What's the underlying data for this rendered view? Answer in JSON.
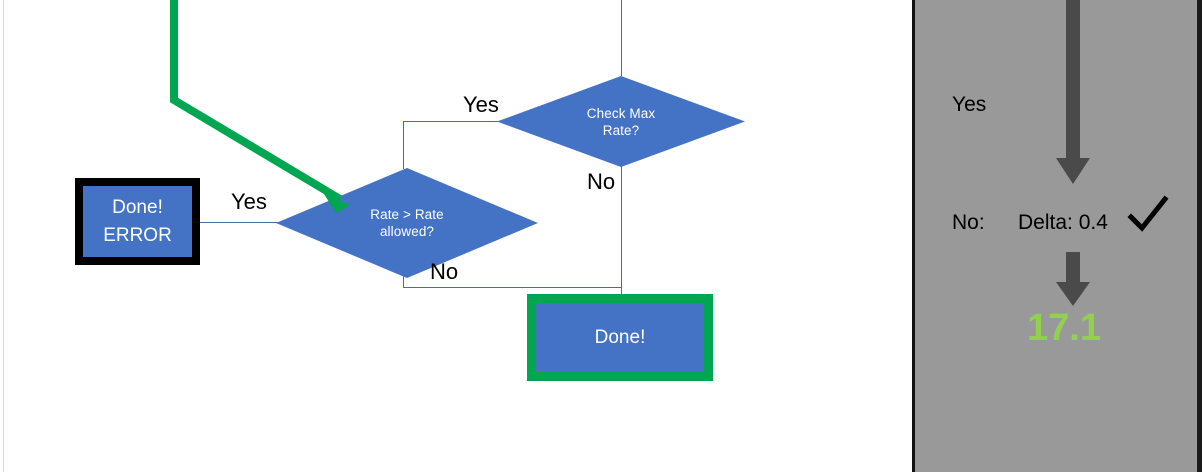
{
  "flowchart": {
    "nodes": [
      {
        "id": "check-max-rate",
        "type": "decision",
        "label": "Check Max\nRate?",
        "fill": "#4472c4",
        "text_color": "#ffffff"
      },
      {
        "id": "rate-gt-rate-allowed",
        "type": "decision",
        "label": "Rate > Rate\nallowed?",
        "fill": "#4472c4",
        "text_color": "#ffffff"
      },
      {
        "id": "done-error",
        "type": "process",
        "label": "Done!\nERROR",
        "fill": "#4472c4",
        "border_color": "#000000",
        "text_color": "#ffffff"
      },
      {
        "id": "done",
        "type": "process",
        "label": "Done!",
        "fill": "#4472c4",
        "border_color": "#00a650",
        "text_color": "#ffffff"
      }
    ],
    "edge_labels": {
      "check_max_rate_yes": "Yes",
      "check_max_rate_no": "No",
      "rate_gt_yes": "Yes",
      "rate_gt_no": "No"
    },
    "highlight_path_color": "#00a650",
    "connector_color": "#41719c"
  },
  "panel": {
    "background": "#999999",
    "yes_label": "Yes",
    "no_label": "No:",
    "delta_label": "Delta: 0.4",
    "check_mark": "✓",
    "result_value": "17.1",
    "result_color": "#92d050",
    "arrow_color": "#4a4a4a"
  }
}
